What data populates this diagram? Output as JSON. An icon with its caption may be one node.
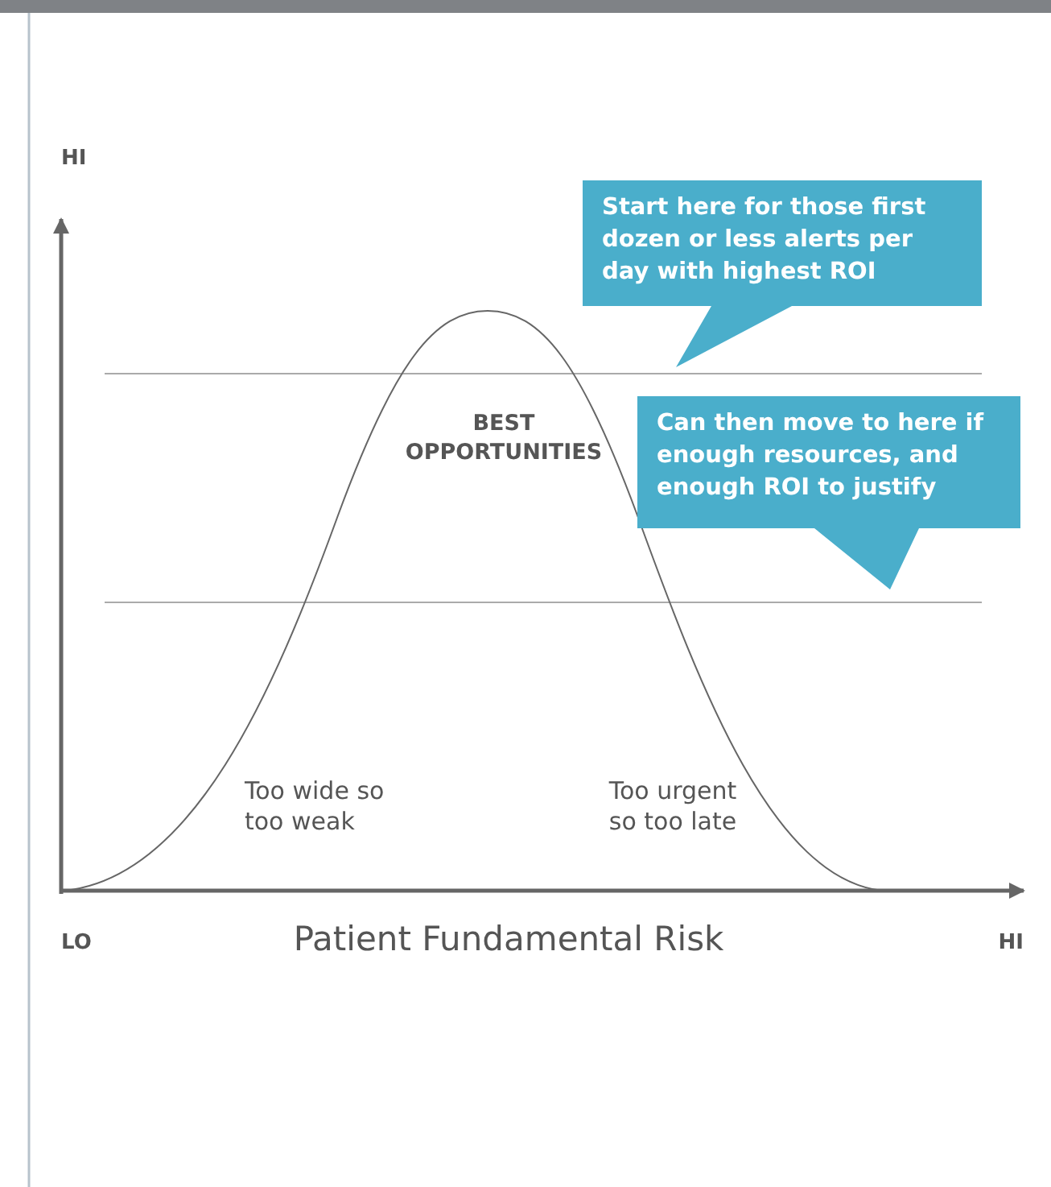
{
  "diagram": {
    "nodes": [
      {
        "text": [
          "Start here for those first dozen or less alerts per day with highest ROI"
        ]
      },
      {
        "text": [
          "Can then move to here if enough resources, and enough ROI to justify"
        ]
      }
    ],
    "labels": [
      "HI",
      "BEST OPPORTUNITIES",
      "Too wide so too weak",
      "Too urgent so too late",
      "LO",
      "Patient Fundamental Risk",
      "HI"
    ]
  }
}
